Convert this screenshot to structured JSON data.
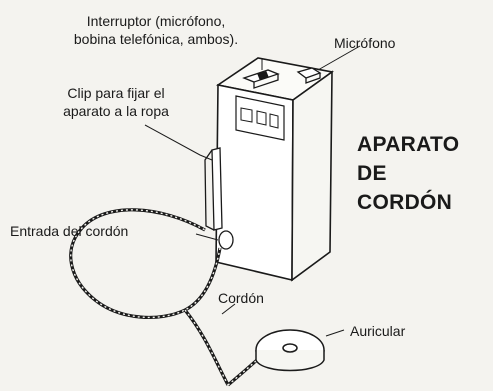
{
  "diagram": {
    "title_lines": [
      "APARATO",
      "DE",
      "CORDÓN"
    ],
    "labels": {
      "interruptor_line1": "Interruptor (micrófono,",
      "interruptor_line2": "bobina telefónica, ambos).",
      "microfono": "Micrófono",
      "clip_line1": "Clip para fijar el",
      "clip_line2": "aparato a la ropa",
      "entrada": "Entrada del cordón",
      "cordon": "Cordón",
      "auricular": "Auricular"
    }
  },
  "colors": {
    "ink": "#1a1a1a",
    "paper": "#f4f3ef",
    "faded_text": "#d9d8d3"
  }
}
